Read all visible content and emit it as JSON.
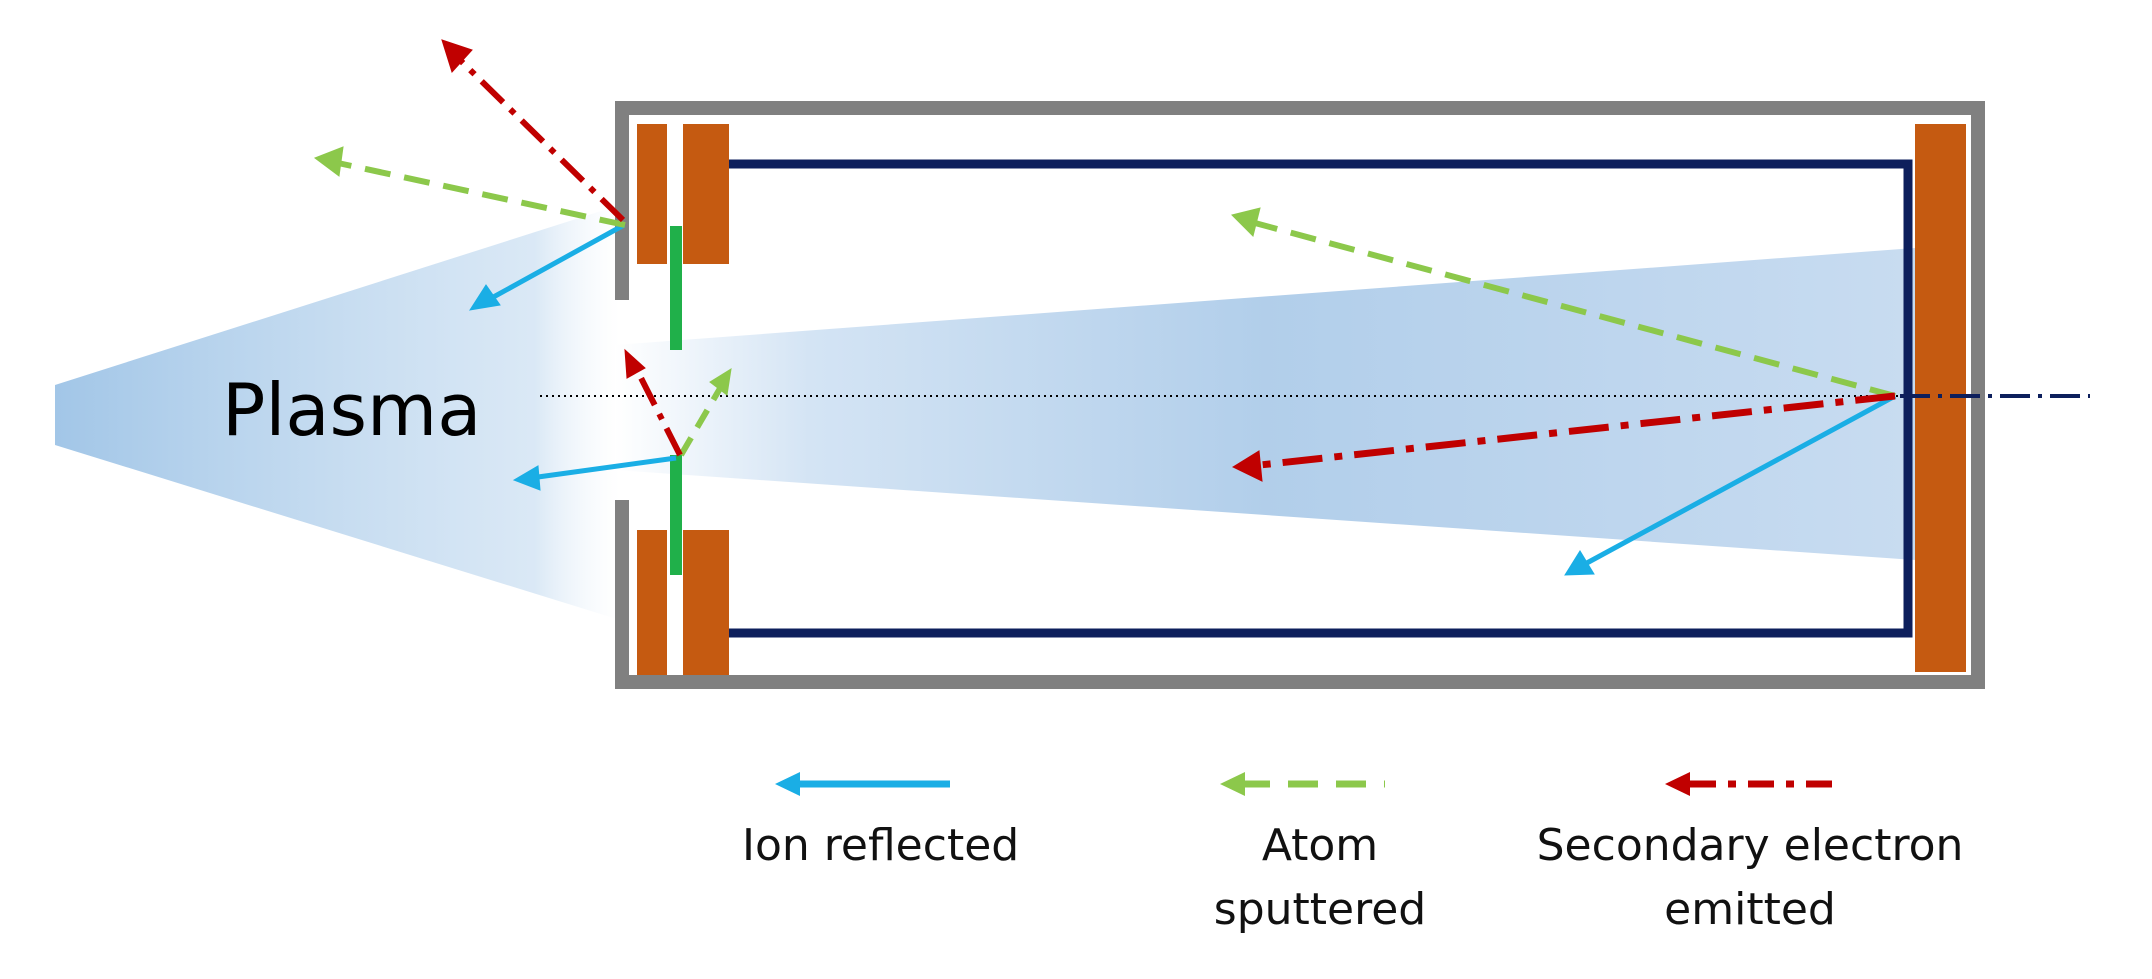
{
  "diagram": {
    "plasma_label": "Plasma",
    "legend": {
      "ion": {
        "line1": "Ion reflected",
        "line2": "",
        "color": "#1aaee5",
        "style": "solid"
      },
      "atom": {
        "line1": "Atom",
        "line2": "sputtered",
        "color": "#8cc84b",
        "style": "dashed"
      },
      "electron": {
        "line1": "Secondary electron",
        "line2": "emitted",
        "color": "#c00000",
        "style": "dash-dot"
      }
    },
    "colors": {
      "housing": "#808080",
      "electrode": "#c55a11",
      "inner_tube": "#0d1f5c",
      "grid": "#20b04a",
      "plasma_beam": "#9dc3e6",
      "ion": "#1aaee5",
      "atom": "#8cc84b",
      "electron": "#c00000"
    }
  }
}
